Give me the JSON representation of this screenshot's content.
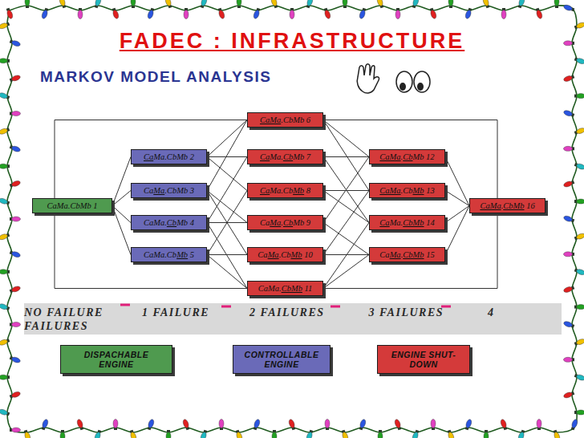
{
  "diagram": {
    "title": "FADEC : INFRASTRUCTURE",
    "nodes": [
      {
        "text": [
          "CaMa.CbMb 1"
        ]
      },
      {
        "text": [
          "CaMa.CbMb 2"
        ]
      },
      {
        "text": [
          "CaMa.CbMb 3"
        ]
      },
      {
        "text": [
          "CaMa.CbMb 4"
        ]
      },
      {
        "text": [
          "CaMa.CbMb 5"
        ]
      },
      {
        "text": [
          "CaMa.CbMb 6"
        ]
      },
      {
        "text": [
          "CaMa.CbMb 7"
        ]
      },
      {
        "text": [
          "CaMa.CbMb 8"
        ]
      },
      {
        "text": [
          "CaMa.CbMb 9"
        ]
      },
      {
        "text": [
          "CaMa.CbMb 10"
        ]
      },
      {
        "text": [
          "CaMa.CbMb 11"
        ]
      },
      {
        "text": [
          "CaMa.CbMb 12"
        ]
      },
      {
        "text": [
          "CaMa.CbMb 13"
        ]
      },
      {
        "text": [
          "CaMa.CbMb 14"
        ]
      },
      {
        "text": [
          "CaMa.CbMb 15"
        ]
      },
      {
        "text": [
          "CaMa.CbMb 16"
        ]
      },
      {
        "text": [
          "NO FAILURE",
          "1 FAILURE",
          "2 FAILURES",
          "3 FAILURES",
          "4 FAILURES"
        ]
      }
    ],
    "edges": [
      {
        "from": 0,
        "to": 1,
        "arrow": "none"
      },
      {
        "from": 0,
        "to": 2,
        "arrow": "none"
      },
      {
        "from": 0,
        "to": 3,
        "arrow": "none"
      },
      {
        "from": 0,
        "to": 4,
        "arrow": "none"
      },
      {
        "from": 0,
        "to": 5,
        "arrow": "none"
      },
      {
        "from": 0,
        "to": 10,
        "arrow": "none"
      },
      {
        "from": 1,
        "to": 5,
        "arrow": "none"
      },
      {
        "from": 1,
        "to": 6,
        "arrow": "none"
      },
      {
        "from": 1,
        "to": 7,
        "arrow": "none"
      },
      {
        "from": 2,
        "to": 5,
        "arrow": "none"
      },
      {
        "from": 2,
        "to": 8,
        "arrow": "none"
      },
      {
        "from": 2,
        "to": 9,
        "arrow": "none"
      },
      {
        "from": 3,
        "to": 6,
        "arrow": "none"
      },
      {
        "from": 3,
        "to": 8,
        "arrow": "none"
      },
      {
        "from": 3,
        "to": 10,
        "arrow": "none"
      },
      {
        "from": 4,
        "to": 7,
        "arrow": "none"
      },
      {
        "from": 4,
        "to": 9,
        "arrow": "none"
      },
      {
        "from": 4,
        "to": 10,
        "arrow": "none"
      },
      {
        "from": 5,
        "to": 11,
        "arrow": "none"
      },
      {
        "from": 5,
        "to": 12,
        "arrow": "none"
      },
      {
        "from": 6,
        "to": 11,
        "arrow": "none"
      },
      {
        "from": 6,
        "to": 13,
        "arrow": "none"
      },
      {
        "from": 7,
        "to": 12,
        "arrow": "none"
      },
      {
        "from": 7,
        "to": 13,
        "arrow": "none"
      },
      {
        "from": 8,
        "to": 11,
        "arrow": "none"
      },
      {
        "from": 8,
        "to": 14,
        "arrow": "none"
      },
      {
        "from": 9,
        "to": 12,
        "arrow": "none"
      },
      {
        "from": 9,
        "to": 14,
        "arrow": "none"
      },
      {
        "from": 10,
        "to": 13,
        "arrow": "none"
      },
      {
        "from": 10,
        "to": 14,
        "arrow": "none"
      },
      {
        "from": 11,
        "to": 15,
        "arrow": "none"
      },
      {
        "from": 12,
        "to": 15,
        "arrow": "none"
      },
      {
        "from": 13,
        "to": 15,
        "arrow": "none"
      },
      {
        "from": 14,
        "to": 15,
        "arrow": "none"
      },
      {
        "from": 5,
        "to": 15,
        "arrow": "none"
      },
      {
        "from": 10,
        "to": 15,
        "arrow": "none"
      }
    ],
    "labels": [
      "MARKOV MODEL ANALYSIS"
    ],
    "legend": [
      {
        "text": "DISPACHABLE ENGINE",
        "color": "#4f9a4f"
      },
      {
        "text": "CONTROLLABLE ENGINE",
        "color": "#6a6ab8"
      },
      {
        "text": "ENGINE SHUT-DOWN",
        "color": "#d43a3a"
      }
    ]
  }
}
